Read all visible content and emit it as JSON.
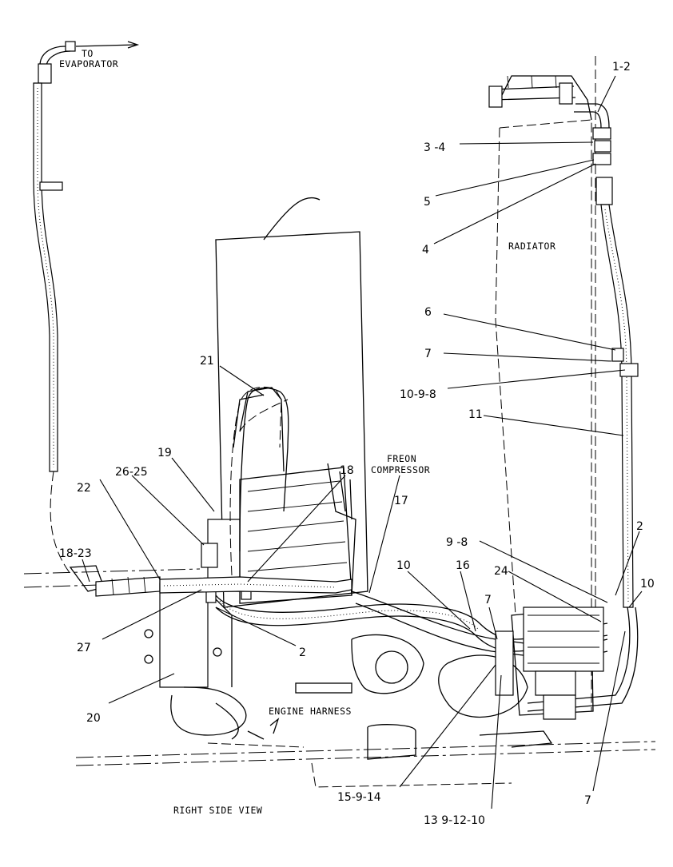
{
  "texts": {
    "to_evaporator_1": "TO",
    "to_evaporator_2": "EVAPORATOR",
    "radiator": "RADIATOR",
    "freon_1": "FREON",
    "freon_2": "COMPRESSOR",
    "engine_harness": "ENGINE HARNESS",
    "view_title": "RIGHT SIDE VIEW"
  },
  "callouts": [
    "1-2",
    "3 -4",
    "5",
    "4",
    "6",
    "7",
    "10-9-8",
    "11",
    "21",
    "19",
    "26-25",
    "22",
    "18-23",
    "18",
    "17",
    "9 -8",
    "2",
    "10",
    "16",
    "24",
    "10",
    "7",
    "27",
    "2",
    "20",
    "15-9-14",
    "13 9-12-10",
    "7"
  ]
}
